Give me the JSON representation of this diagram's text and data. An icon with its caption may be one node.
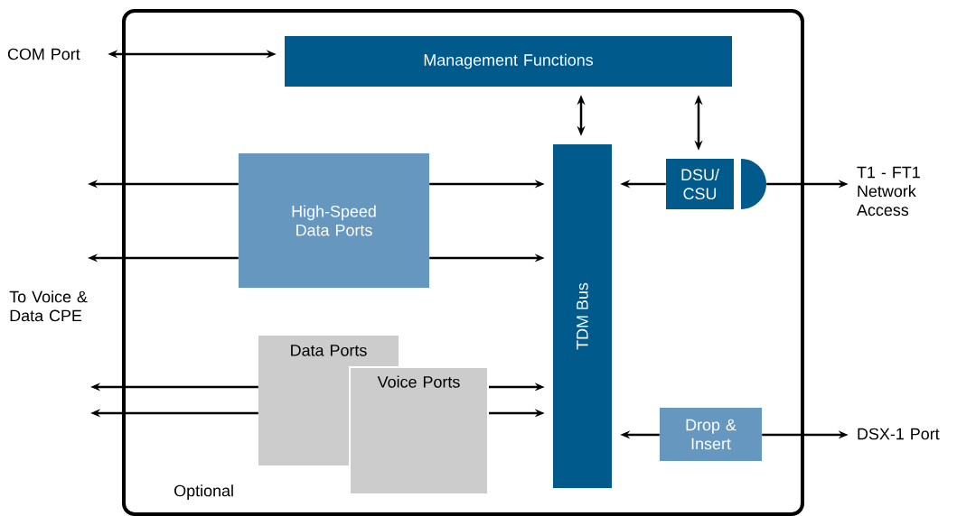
{
  "diagram": {
    "nodes": [
      {
        "text": [],
        "shape": "box"
      },
      {
        "text": [
          "COM Port"
        ]
      },
      {
        "text": [
          "Management Functions"
        ],
        "in": 0
      },
      {
        "text": [
          "High-Speed Data Ports"
        ],
        "in": 0
      },
      {
        "text": [
          "TDM Bus"
        ],
        "in": 0
      },
      {
        "text": [
          "DSU/ CSU"
        ],
        "in": 0
      },
      {
        "text": [],
        "shape": "semicircle",
        "in": 0
      },
      {
        "text": [
          "T1 - FT1 Network Access"
        ]
      },
      {
        "text": [
          "Data Ports"
        ],
        "in": 0
      },
      {
        "text": [
          "Voice Ports"
        ],
        "in": 0
      },
      {
        "text": [
          "Drop & Insert"
        ],
        "in": 0
      },
      {
        "text": [
          "DSX-1 Port"
        ]
      }
    ],
    "edges": [
      {
        "from": 1,
        "to": 2,
        "arrow": "both"
      },
      {
        "from": 2,
        "to": 4,
        "arrow": "both"
      },
      {
        "from": 2,
        "to": 5,
        "arrow": "both"
      },
      {
        "from": 5,
        "to": 4,
        "arrow": "to"
      },
      {
        "from": 6,
        "to": 7,
        "arrow": "to"
      },
      {
        "from": 3,
        "to": null,
        "arrow": "to"
      },
      {
        "from": 3,
        "to": null,
        "arrow": "to"
      },
      {
        "from": 3,
        "to": 4,
        "arrow": "to"
      },
      {
        "from": 3,
        "to": 4,
        "arrow": "to"
      },
      {
        "from": 8,
        "to": null,
        "arrow": "to"
      },
      {
        "from": 8,
        "to": null,
        "arrow": "to"
      },
      {
        "from": 9,
        "to": 4,
        "arrow": "to"
      },
      {
        "from": 9,
        "to": 4,
        "arrow": "to"
      },
      {
        "from": 10,
        "to": 4,
        "arrow": "to"
      },
      {
        "from": 10,
        "to": 11,
        "arrow": "to"
      }
    ],
    "labels": [
      "To Voice & Data CPE",
      "Optional"
    ]
  }
}
